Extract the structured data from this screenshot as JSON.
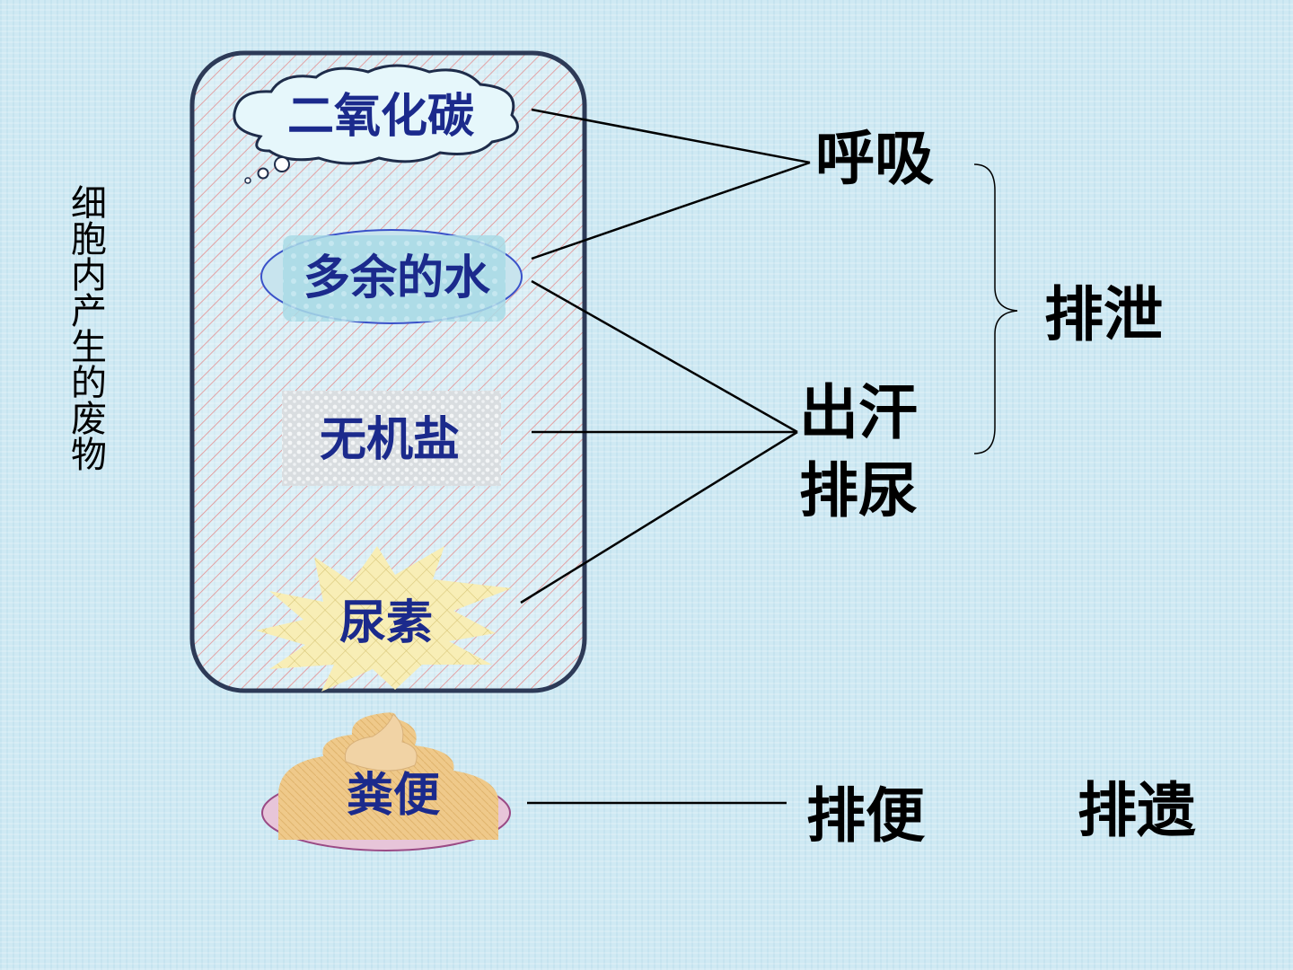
{
  "side_label": "细胞内产生的废物",
  "inner_items": {
    "co2": "二氧化碳",
    "water": "多余的水",
    "salt": "无机盐",
    "urea": "尿素",
    "feces": "粪便"
  },
  "processes": {
    "breathing": "呼吸",
    "sweating": "出汗",
    "urination": "排尿",
    "defecation": "排便"
  },
  "categories": {
    "excretion": "排泄",
    "egestion": "排遗"
  },
  "colors": {
    "background": "#cfe9f3",
    "inner_text": "#1b2a8c",
    "box_border": "#2d3a57",
    "hatch": "#e58a8a"
  }
}
